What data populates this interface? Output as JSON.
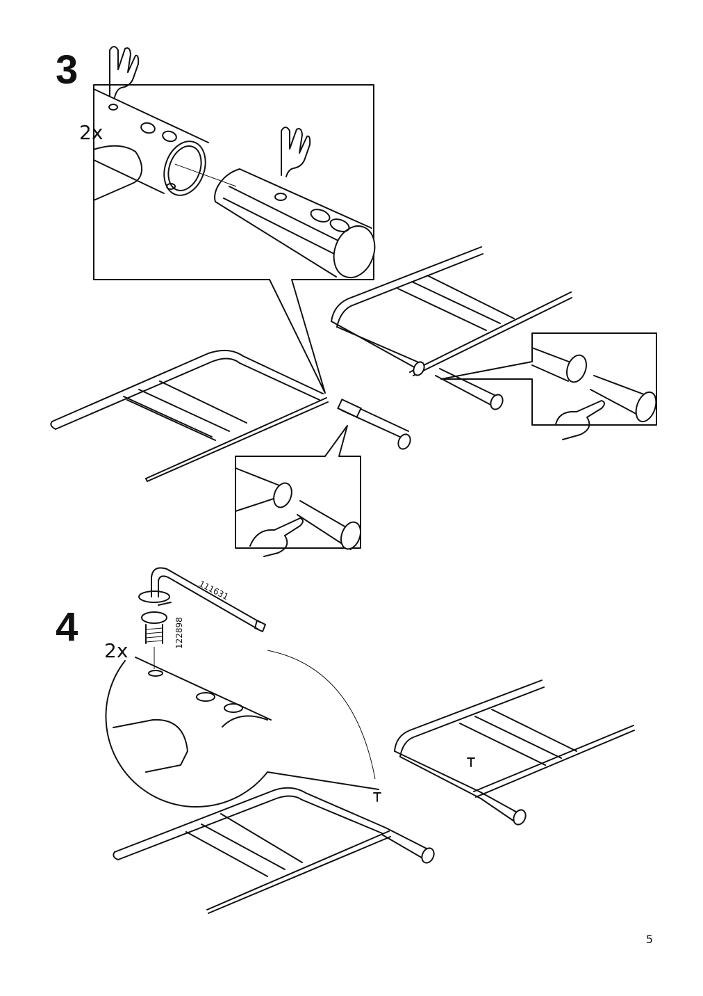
{
  "page": {
    "number": "5"
  },
  "steps": [
    {
      "number": "3",
      "quantity": "2x"
    },
    {
      "number": "4",
      "quantity": "2x",
      "tool_part": "111631",
      "bolt_part": "122898"
    }
  ]
}
